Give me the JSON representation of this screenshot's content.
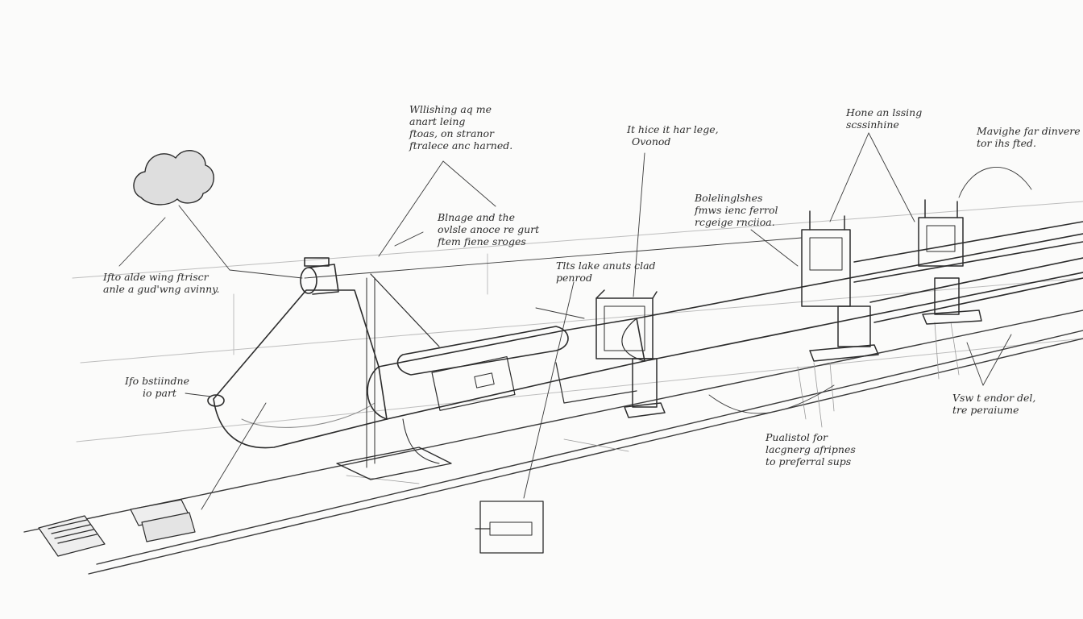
{
  "colors": {
    "ink": "#2c2c2c",
    "paper": "#fbfbfa",
    "shade": "#8a8a8a"
  },
  "annotations": {
    "top_center_note": [
      "Wllishing aq me",
      "anart leing",
      "ftoas, on stranor",
      "ftralece anc harned."
    ],
    "middle_note": [
      "Blnage and the",
      "ovlsle anoce re gurt",
      "ftem fiene sroges"
    ],
    "left_note": [
      "Ifto alde wing ftriscr",
      "anle a gud'wng avinny."
    ],
    "lower_left_note": [
      "Ifo bstiindne",
      "io part"
    ],
    "top_right_center_note": [
      "It hice it har lege,",
      "Ovonod"
    ],
    "pipe_note": [
      "Bolelinglshes",
      "fmws ienc ferrol",
      "rcgeige rnciioa."
    ],
    "center_lower_note": [
      "Tlts lake anuts clad",
      "penrod"
    ],
    "far_top_note": [
      "Hone an lssing",
      "scssinhine"
    ],
    "far_right_note": [
      "Mavighe far dinvere",
      "tor ihs fted."
    ],
    "right_lower_note": [
      "Vsw t endor del,",
      "tre peraiume"
    ],
    "bottom_right_note": [
      "Pualistol for",
      "lacgnerg afripnes",
      "to preferral sups"
    ]
  }
}
